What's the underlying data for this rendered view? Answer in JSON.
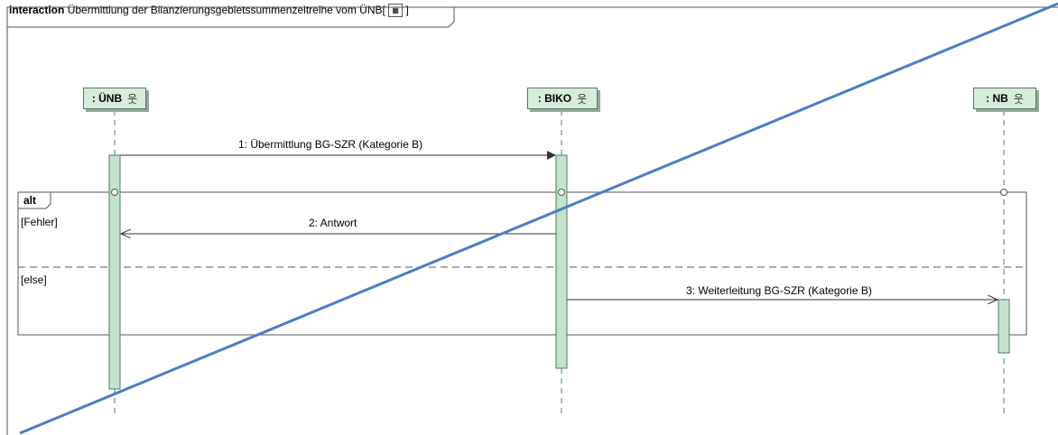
{
  "frame": {
    "keyword": "interaction",
    "title": "Übermittlung der Bilanzierungsgebietssummenzeitreihe vom ÜNB",
    "bracket_open": "[",
    "bracket_close": "]"
  },
  "lifelines": [
    {
      "label": ": ÜNB",
      "icon": "actor-icon"
    },
    {
      "label": ": BIKO",
      "icon": "actor-icon"
    },
    {
      "label": ": NB",
      "icon": "actor-icon"
    }
  ],
  "messages": [
    {
      "label": "1: Übermittlung BG-SZR (Kategorie B)"
    },
    {
      "label": "2: Antwort"
    },
    {
      "label": "3: Weiterleitung BG-SZR (Kategorie B)"
    }
  ],
  "fragment": {
    "operator": "alt",
    "guards": [
      "[Fehler]",
      "[else]"
    ]
  },
  "colors": {
    "lifeline_fill": "#d8ecdd",
    "lifeline_border": "#4c7d5c",
    "activation_fill": "#c4e2cd",
    "cross_line": "#4a7fc1"
  }
}
